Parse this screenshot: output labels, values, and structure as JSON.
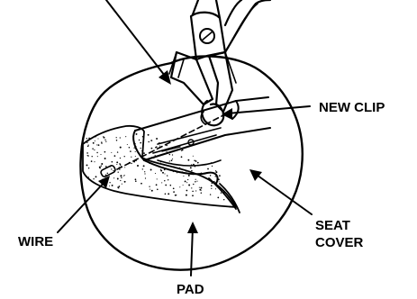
{
  "labels": {
    "new_clip": "NEW CLIP",
    "seat_cover_line1": "SEAT",
    "seat_cover_line2": "COVER",
    "wire": "WIRE",
    "pad": "PAD"
  },
  "icons": {
    "pliers": "hog-ring-pliers-icon",
    "clip": "hog-ring-clip-icon"
  },
  "colors": {
    "ink": "#000000",
    "background": "#ffffff"
  }
}
